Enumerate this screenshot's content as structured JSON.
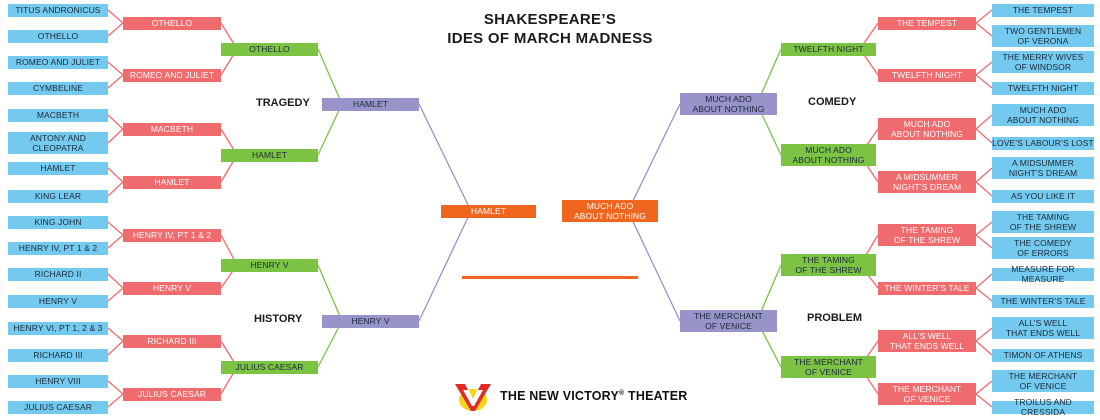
{
  "title_line1": "SHAKESPEARE’S",
  "title_line2": "IDES OF MARCH MADNESS",
  "categories": {
    "tragedy": "TRAGEDY",
    "history": "HISTORY",
    "comedy": "COMEDY",
    "problem": "PROBLEM"
  },
  "colors": {
    "round1": "#74c9ee",
    "round2": "#ef6b6d",
    "round3": "#7cc243",
    "semifinal": "#9893c8",
    "final": "#f0661f"
  },
  "left": {
    "round1": [
      "TITUS ANDRONICUS",
      "OTHELLO",
      "ROMEO AND JULIET",
      "CYMBELINE",
      "MACBETH",
      "ANTONY AND\nCLEOPATRA",
      "HAMLET",
      "KING LEAR",
      "KING JOHN",
      "HENRY IV, PT 1 & 2",
      "RICHARD II",
      "HENRY V",
      "HENRY VI, PT 1, 2 & 3",
      "RICHARD III",
      "HENRY VIII",
      "JULIUS CAESAR"
    ],
    "round2": [
      "OTHELLO",
      "ROMEO AND JULIET",
      "MACBETH",
      "HAMLET",
      "HENRY IV, PT 1 & 2",
      "HENRY V",
      "RICHARD III",
      "JULIUS CAESAR"
    ],
    "round3": [
      "OTHELLO",
      "HAMLET",
      "HENRY V",
      "JULIUS CAESAR"
    ],
    "semifinal": [
      "HAMLET",
      "HENRY V"
    ],
    "final": "HAMLET"
  },
  "right": {
    "round1": [
      "THE TEMPEST",
      "TWO GENTLEMEN\nOF VERONA",
      "THE MERRY WIVES\nOF WINDSOR",
      "TWELFTH NIGHT",
      "MUCH ADO\nABOUT NOTHING",
      "LOVE’S LABOUR’S LOST",
      "A MIDSUMMER\nNIGHT’S DREAM",
      "AS YOU LIKE IT",
      "THE TAMING\nOF THE SHREW",
      "THE COMEDY\nOF ERRORS",
      "MEASURE FOR MEASURE",
      "THE WINTER’S TALE",
      "ALL’S WELL\nTHAT ENDS WELL",
      "TIMON OF ATHENS",
      "THE MERCHANT\nOF VENICE",
      "TROILUS AND CRESSIDA"
    ],
    "round2": [
      "THE TEMPEST",
      "TWELFTH NIGHT",
      "MUCH ADO\nABOUT NOTHING",
      "A MIDSUMMER\nNIGHT’S DREAM",
      "THE TAMING\nOF THE SHREW",
      "THE WINTER’S TALE",
      "ALL’S WELL\nTHAT ENDS WELL",
      "THE MERCHANT\nOF VENICE"
    ],
    "round3": [
      "TWELFTH NIGHT",
      "MUCH ADO\nABOUT NOTHING",
      "THE TAMING\nOF THE SHREW",
      "THE MERCHANT\nOF VENICE"
    ],
    "semifinal": [
      "MUCH ADO\nABOUT NOTHING",
      "THE MERCHANT\nOF VENICE"
    ],
    "final": "MUCH ADO\nABOUT NOTHING"
  },
  "logo": {
    "text": "THE NEW VICTORY",
    "reg": "®",
    "text2": " THEATER",
    "icon": "new-victory-logo-icon"
  }
}
